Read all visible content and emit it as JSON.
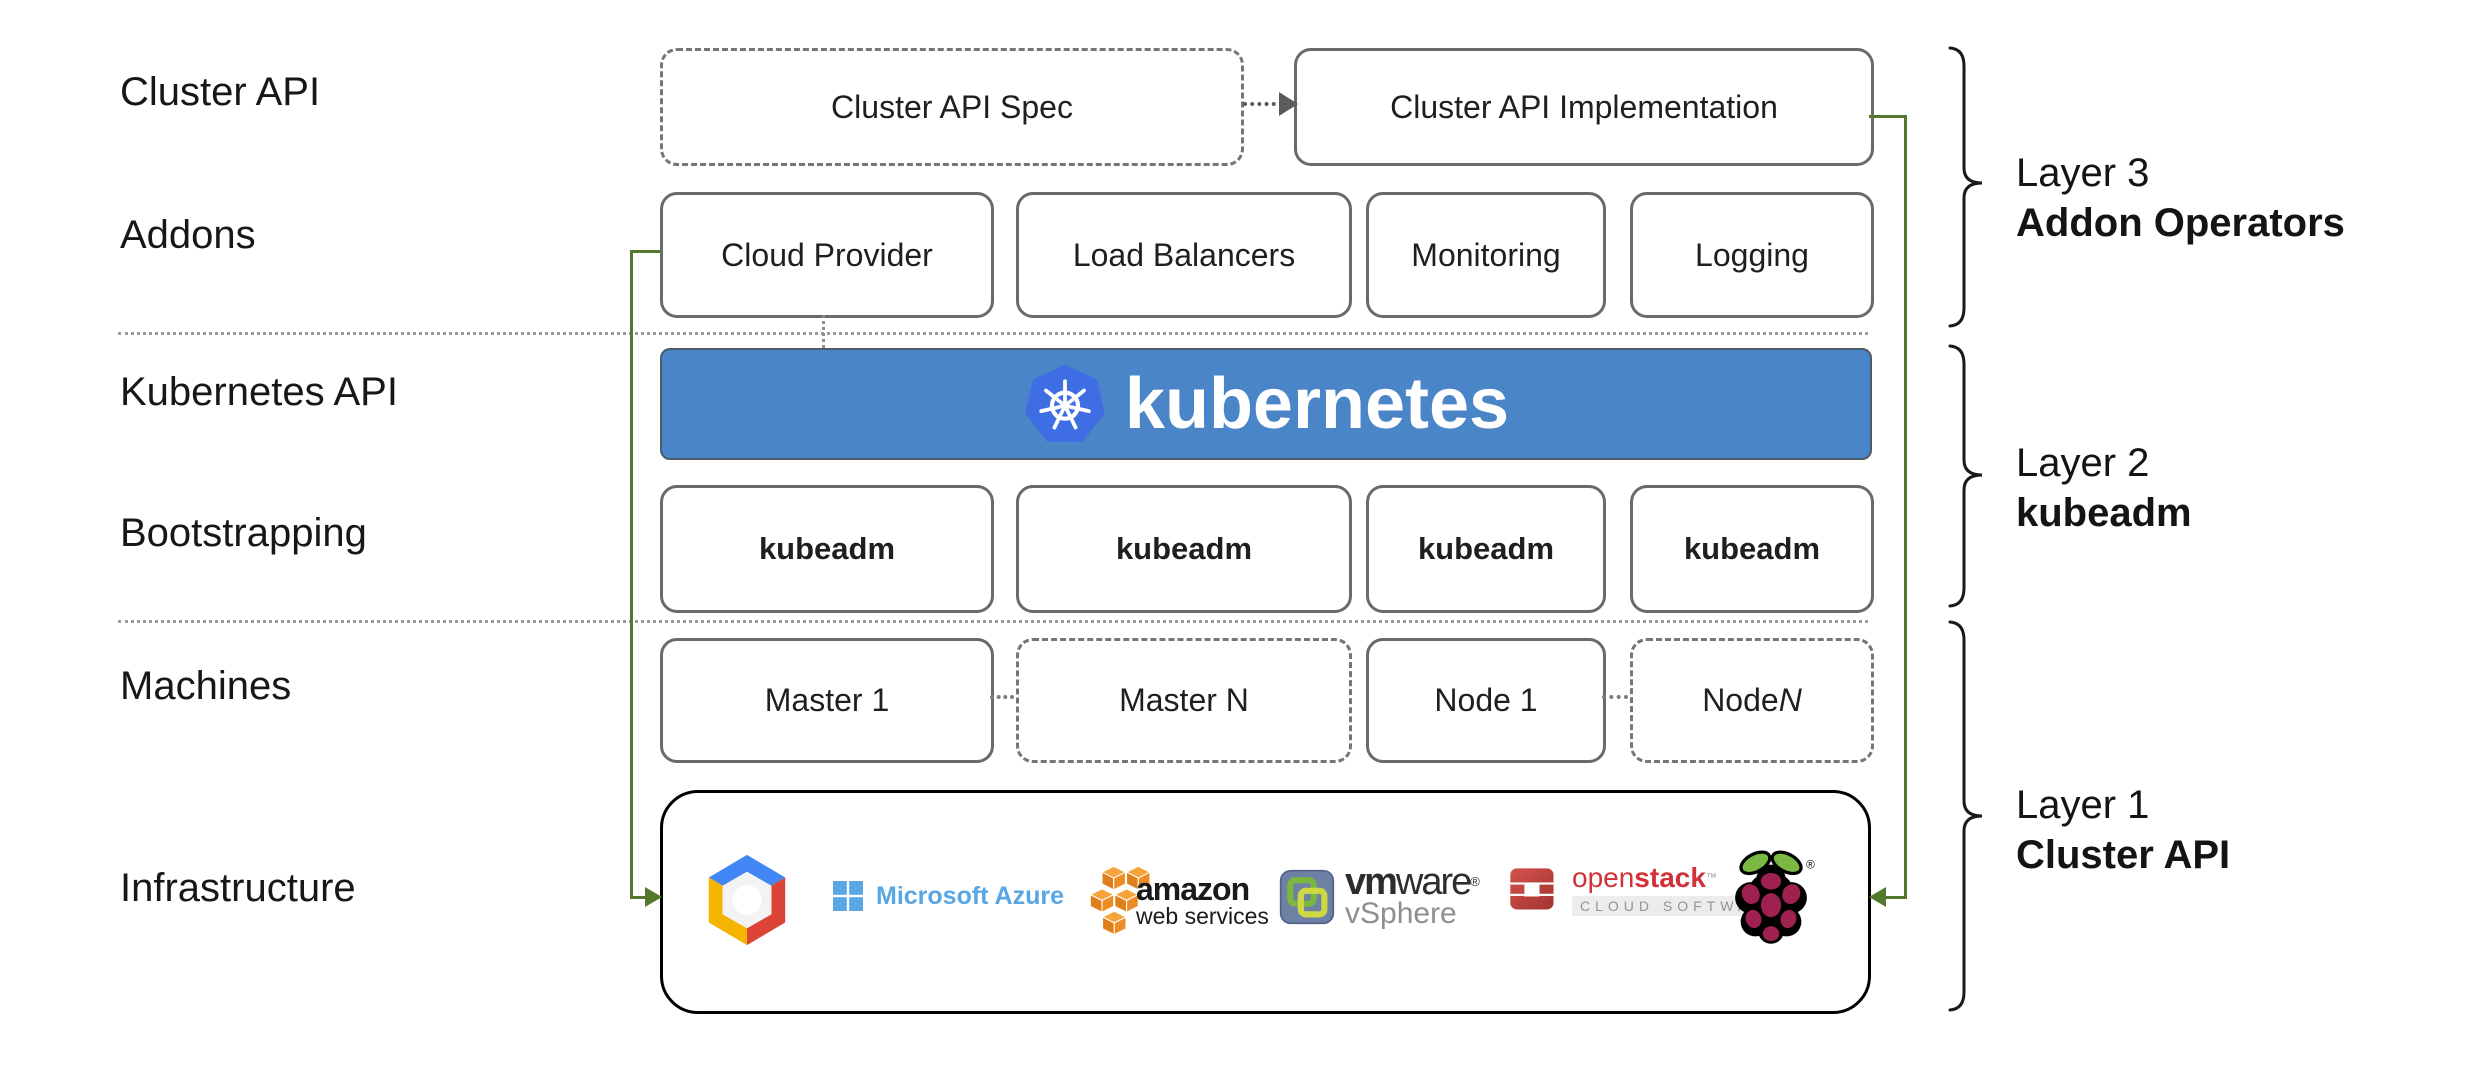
{
  "row_labels": [
    {
      "id": "cluster-api",
      "text": "Cluster API"
    },
    {
      "id": "addons",
      "text": "Addons"
    },
    {
      "id": "kubernetes-api",
      "text": "Kubernetes API"
    },
    {
      "id": "bootstrapping",
      "text": "Bootstrapping"
    },
    {
      "id": "machines",
      "text": "Machines"
    },
    {
      "id": "infrastructure",
      "text": "Infrastructure"
    }
  ],
  "top_row": {
    "spec": "Cluster API Spec",
    "impl": "Cluster API Implementation"
  },
  "addons": [
    "Cloud Provider",
    "Load Balancers",
    "Monitoring",
    "Logging"
  ],
  "banner": {
    "wordmark": "kubernetes"
  },
  "kubeadm": [
    "kubeadm",
    "kubeadm",
    "kubeadm",
    "kubeadm"
  ],
  "machines": [
    {
      "text": "Master 1",
      "italic": ""
    },
    {
      "text": "Master N",
      "italic": ""
    },
    {
      "text": "Node 1",
      "italic": ""
    },
    {
      "text": "Node ",
      "italic": "N"
    }
  ],
  "layers": [
    {
      "line1": "Layer 3",
      "line2": "Addon Operators"
    },
    {
      "line1": "Layer 2",
      "line2": "kubeadm"
    },
    {
      "line1": "Layer 1",
      "line2": "Cluster API"
    }
  ],
  "infrastructure_logos": {
    "azure_text": "Microsoft Azure",
    "aws_text_line1": "amazon",
    "aws_text_line2": "web services",
    "vmware_bold": "vm",
    "vmware_rest": "ware",
    "vmware_reg": "®",
    "vmware_text_line2": "vSphere",
    "openstack_text_light": "open",
    "openstack_text_bold": "stack",
    "openstack_tm": "™",
    "openstack_subtext": "CLOUD SOFTWARE",
    "raspberry_reg": "®"
  },
  "colors": {
    "banner_blue": "#4a85c7",
    "k8s_blue": "#3f6de4",
    "green_connector": "#55782f",
    "azure_blue": "#58a6e3",
    "aws_orange": "#ec8c24",
    "aws_orange_light": "#f6a33c",
    "aws_orange_dark": "#df7f1a",
    "openstack_red": "#d03238",
    "gcp_blue": "#4285f4",
    "gcp_red": "#db4437",
    "gcp_yellow": "#f4b400",
    "raspberry_crimson": "#9e2150",
    "leaf_green": "#7bb843"
  }
}
